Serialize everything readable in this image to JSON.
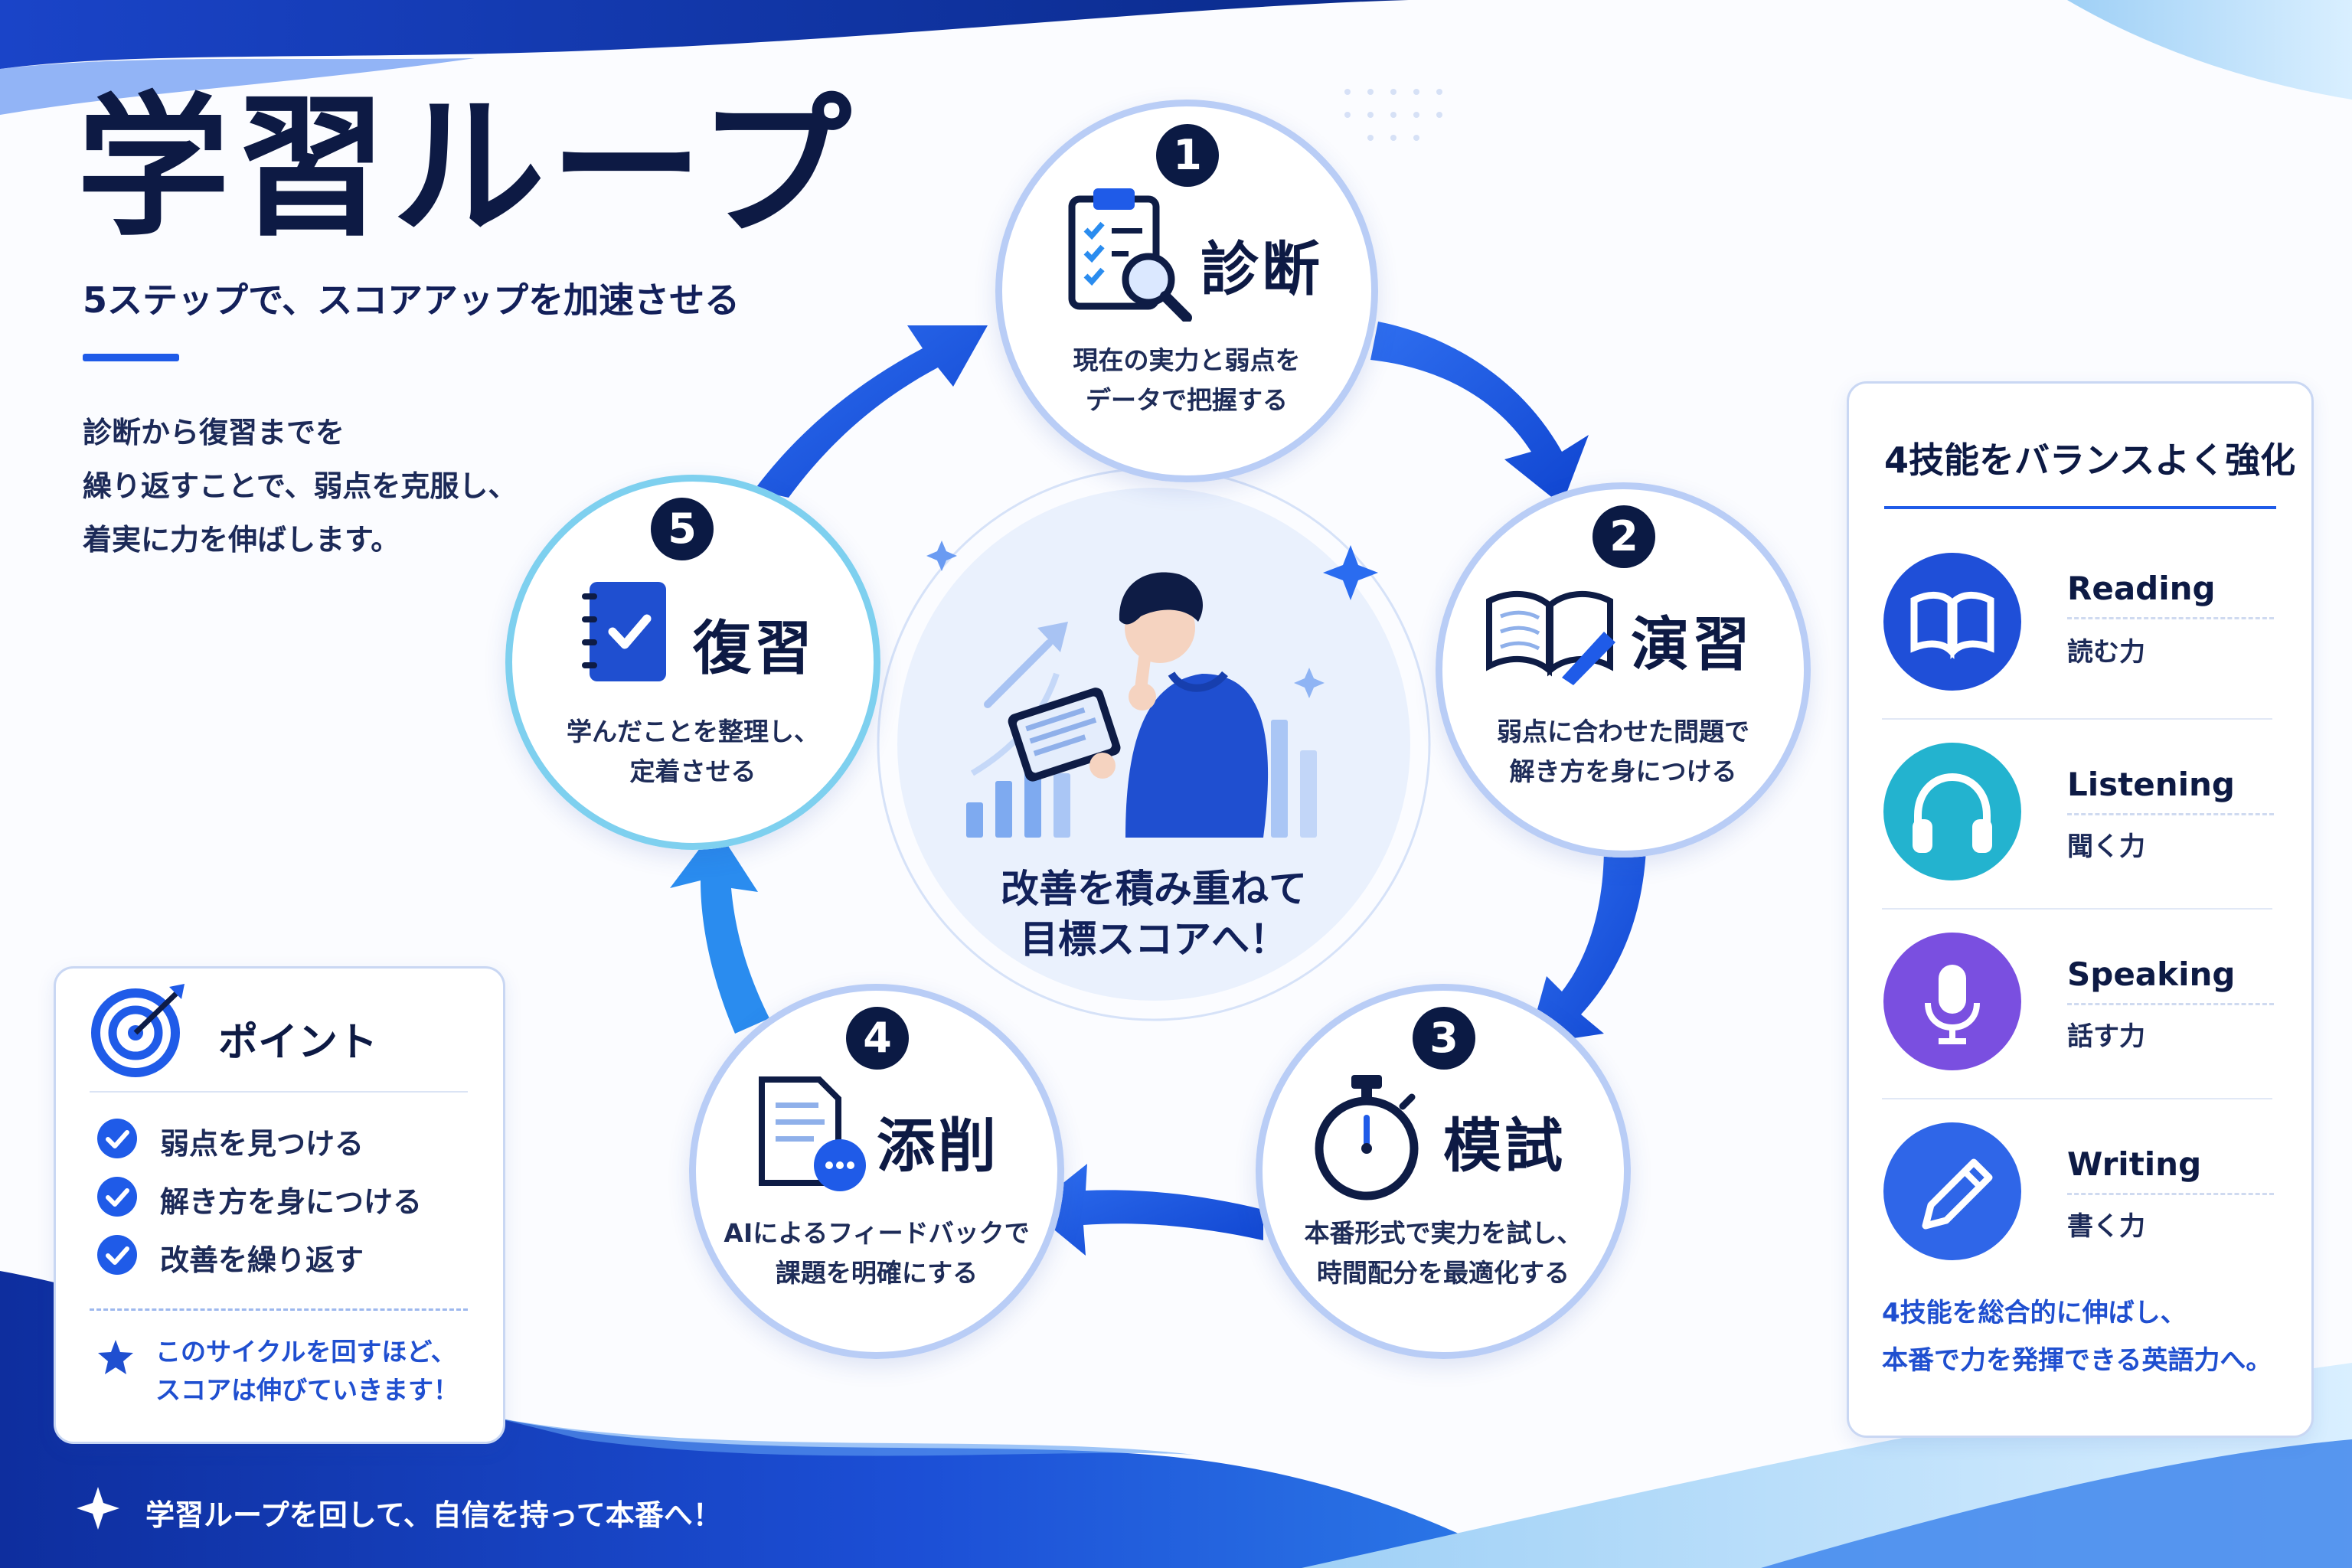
{
  "header": {
    "title": "学習ループ",
    "subtitle": "5ステップで、スコアアップを加速させる",
    "intro_lines": [
      "診断から復習までを",
      "繰り返すことで、弱点を克服し、",
      "着実に力を伸ばします。"
    ]
  },
  "steps": [
    {
      "number": "1",
      "name": "診断",
      "desc_lines": [
        "現在の実力と弱点を",
        "データで把握する"
      ],
      "icon": "clipboard-magnifier-icon"
    },
    {
      "number": "2",
      "name": "演習",
      "desc_lines": [
        "弱点に合わせた問題で",
        "解き方を身につける"
      ],
      "icon": "open-book-pen-icon"
    },
    {
      "number": "3",
      "name": "模試",
      "desc_lines": [
        "本番形式で実力を試し、",
        "時間配分を最適化する"
      ],
      "icon": "stopwatch-icon"
    },
    {
      "number": "4",
      "name": "添削",
      "desc_lines": [
        "AIによるフィードバックで",
        "課題を明確にする"
      ],
      "icon": "document-chat-icon"
    },
    {
      "number": "5",
      "name": "復習",
      "desc_lines": [
        "学んだことを整理し、",
        "定着させる"
      ],
      "icon": "notebook-check-icon"
    }
  ],
  "center": {
    "lines": [
      "改善を積み重ねて",
      "目標スコアへ！"
    ],
    "illustration": "student-tablet-growth-chart"
  },
  "point": {
    "title": "ポイント",
    "items": [
      "弱点を見つける",
      "解き方を身につける",
      "改善を繰り返す"
    ],
    "note_lines": [
      "このサイクルを回すほど、",
      "スコアは伸びていきます！"
    ]
  },
  "skills": {
    "title": "4技能をバランスよく強化",
    "items": [
      {
        "en": "Reading",
        "ja": "読む力",
        "icon": "book-icon",
        "color": "#1f4fd8"
      },
      {
        "en": "Listening",
        "ja": "聞く力",
        "icon": "headphones-icon",
        "color": "#23b3cf"
      },
      {
        "en": "Speaking",
        "ja": "話す力",
        "icon": "microphone-icon",
        "color": "#7a4fe0"
      },
      {
        "en": "Writing",
        "ja": "書く力",
        "icon": "pencil-icon",
        "color": "#2f66e8"
      }
    ],
    "note_lines": [
      "4技能を総合的に伸ばし、",
      "本番で力を発揮できる英語力へ。"
    ]
  },
  "footer": {
    "text": "学習ループを回して、自信を持って本番へ！"
  },
  "colors": {
    "accent": "#1f5be8",
    "navy": "#0b1a44",
    "card_border": "#c9d7f3"
  }
}
